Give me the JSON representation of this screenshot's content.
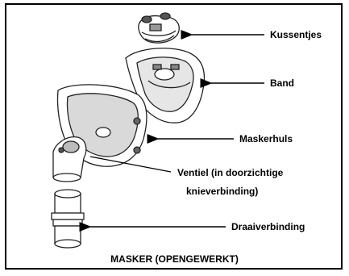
{
  "diagram": {
    "labels": {
      "kussentjes": "Kussentjes",
      "band": "Band",
      "maskerhuls": "Maskerhuls",
      "ventiel_line1": "Ventiel (in doorzichtige",
      "ventiel_line2": "knieverbinding)",
      "draaiverbinding": "Draaiverbinding"
    },
    "caption": "MASKER (OPENGEWERKT)"
  }
}
